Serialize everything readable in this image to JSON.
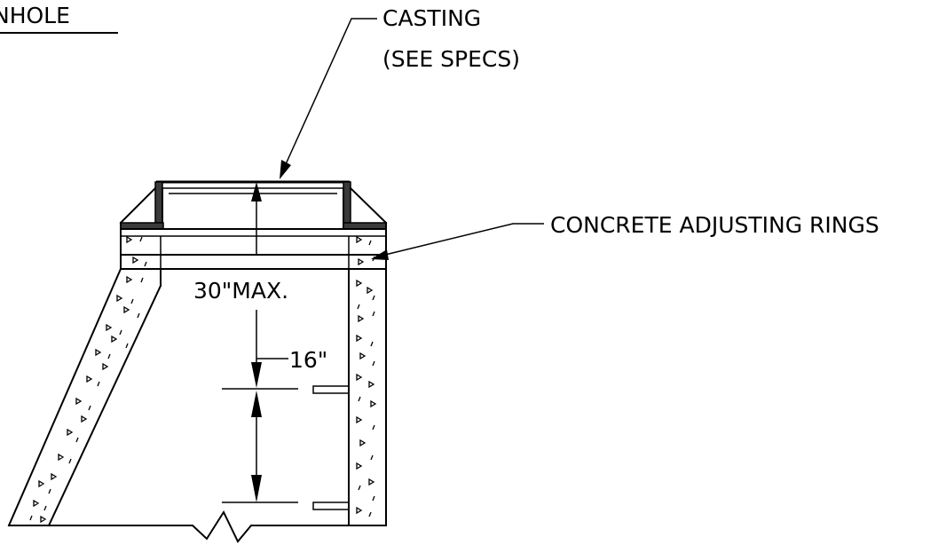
{
  "title": "NHOLE",
  "labels": {
    "casting_line1": "CASTING",
    "casting_line2": "(SEE SPECS)",
    "rings": "CONCRETE ADJUSTING RINGS",
    "max_height": "30\"MAX.",
    "step_spacing": "16\""
  },
  "colors": {
    "ink": "#000000",
    "background": "#ffffff"
  }
}
